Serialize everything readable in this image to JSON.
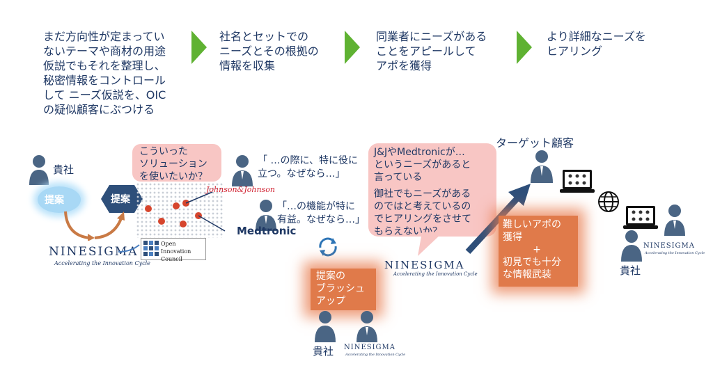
{
  "steps": [
    "まだ方向性が定まってい\nないテーマや商材の用途\n仮説でもそれを整理し、\n秘密情報をコントロール\nして ニーズ仮説を、OIC\nの疑似顧客にぶつける",
    "社名とセットでの\nニーズとその根拠の\n情報を収集",
    "同業者にニーズがある\nことをアピールして\nアポを獲得",
    "より詳細なニーズを\nヒアリング"
  ],
  "kisha": "貴社",
  "teian_cloud": "提案",
  "teian_hex": "提案",
  "bubble1": "こういった\nソリューション\nを使いたいか？",
  "quote1": "「 …の際に、特に役に\n立つ。なぜなら…」",
  "quote2": "「…の機能が特に\n有益。なぜなら…」",
  "jnj_logo": "Johnson&Johnson",
  "medtronic_logo": "Medtronic",
  "oic_label": "Open Innovation\nCouncil",
  "brushup": "提案の\nブラッシュ\nアップ",
  "bubble2_line1": "J&JやMedtronicが…\nというニーズがあると\n言っている",
  "bubble2_line2": "御社でもニーズがある\nのではと考えているの\nでヒアリングをさせて\nもらえないか？",
  "target": "ターゲット顧客",
  "appt_line1": "難しいアポの\n獲得",
  "appt_plus": "+",
  "appt_line2": "初見でも十分\nな情報武装",
  "ninesigma_logo": "NINESIGMA",
  "ninesigma_tag": "Accelerating the Innovation Cycle",
  "colors": {
    "navy": "#1f3864",
    "green": "#5fb232",
    "pink": "#f8c6c4",
    "orange": "#e07a4a",
    "hex": "#2e4f7a"
  }
}
